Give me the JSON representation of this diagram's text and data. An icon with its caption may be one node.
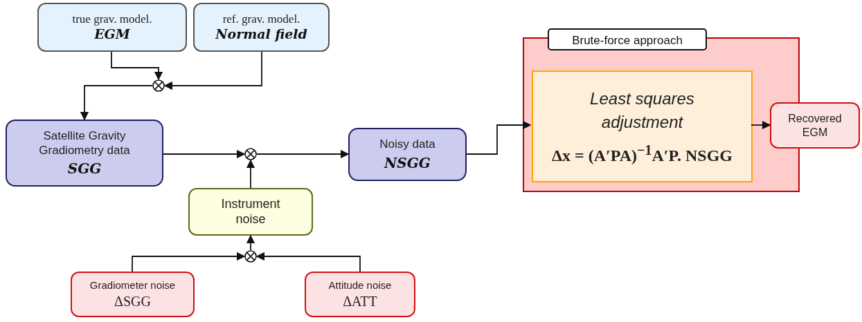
{
  "diagram": {
    "nodes": [
      {
        "text": [
          "true grav. model.",
          "EGM"
        ]
      },
      {
        "text": [
          "ref. grav. model.",
          "Normal field"
        ]
      },
      {
        "text": [],
        "shape": "circle"
      },
      {
        "text": [
          "Satellite Gravity Gradiometry data",
          "SGG"
        ]
      },
      {
        "text": [],
        "shape": "circle"
      },
      {
        "text": [
          "Noisy data",
          "NSGG"
        ]
      },
      {
        "text": [
          "Brute-force approach"
        ]
      },
      {
        "text": [
          "Least squares adjustment",
          "Δx = (A′PA)$^{−1}$A′P. NSGG"
        ],
        "in": 6
      },
      {
        "text": [
          "Recovered EGM"
        ]
      },
      {
        "text": [
          "Instrument noise"
        ]
      },
      {
        "text": [],
        "shape": "circle"
      },
      {
        "text": [
          "Gradiometer noise",
          "ΔSGG"
        ]
      },
      {
        "text": [
          "Attitude noise",
          "ΔATT"
        ]
      }
    ],
    "edges": [
      {
        "from": 0,
        "to": 2,
        "arrow": "to"
      },
      {
        "from": 1,
        "to": 2,
        "arrow": "to"
      },
      {
        "from": 2,
        "to": 3,
        "arrow": "to"
      },
      {
        "from": 3,
        "to": 4,
        "arrow": "to"
      },
      {
        "from": 4,
        "to": 5,
        "arrow": "to"
      },
      {
        "from": 9,
        "to": 4,
        "arrow": "to"
      },
      {
        "from": 11,
        "to": 10,
        "arrow": "to"
      },
      {
        "from": 12,
        "to": 10,
        "arrow": "to"
      },
      {
        "from": 10,
        "to": 9,
        "arrow": "to"
      },
      {
        "from": 5,
        "to": 7,
        "arrow": "to"
      },
      {
        "from": 7,
        "to": 8,
        "arrow": "to"
      }
    ]
  }
}
